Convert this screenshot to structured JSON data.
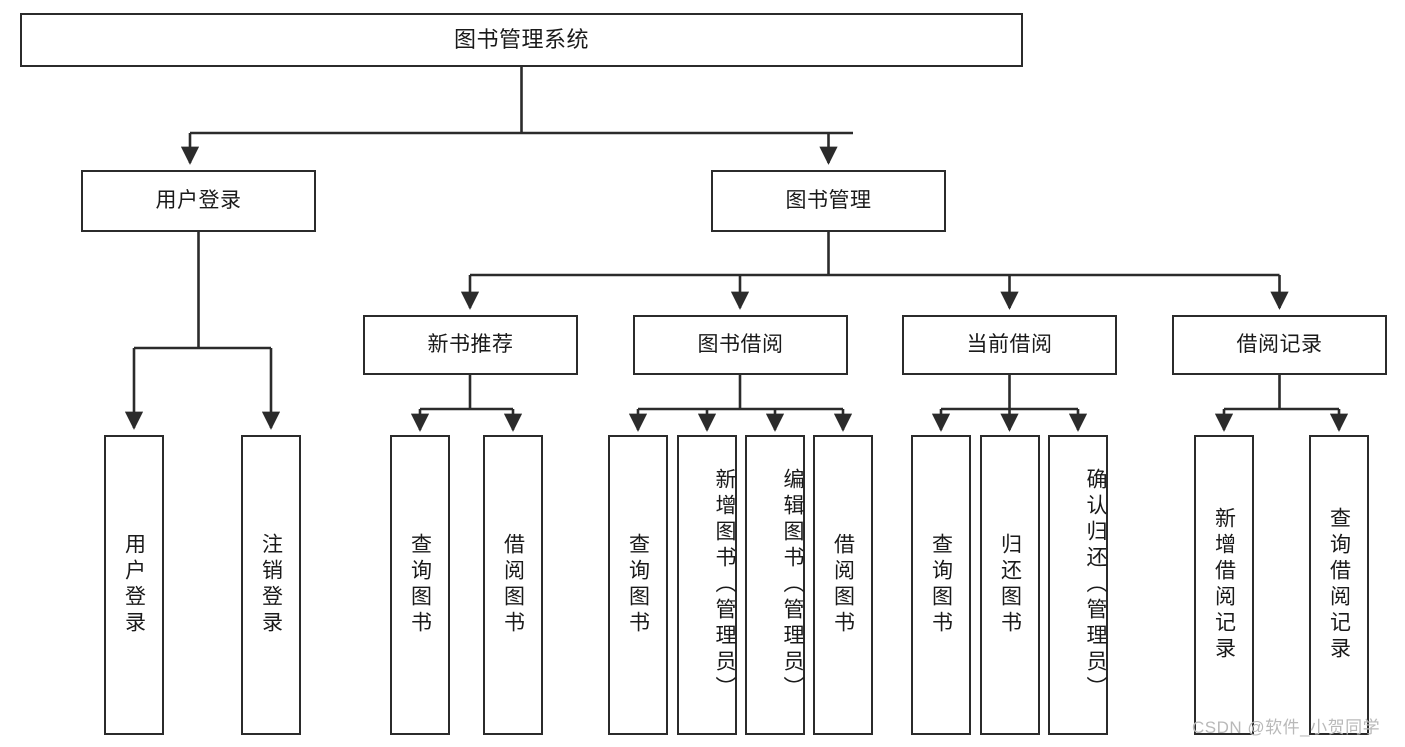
{
  "diagram": {
    "title": "图书管理系统",
    "type": "functional-structure-tree",
    "colors": {
      "box_border": "#2b2b2b",
      "box_fill": "#ffffff",
      "connector": "#2b2b2b",
      "text": "#1a1a1a",
      "watermark": "#b9b9b9",
      "background": "#ffffff"
    },
    "root": {
      "label": "图书管理系统"
    },
    "level1": [
      {
        "label": "用户登录"
      },
      {
        "label": "图书管理"
      }
    ],
    "level2": [
      {
        "label": "新书推荐"
      },
      {
        "label": "图书借阅"
      },
      {
        "label": "当前借阅"
      },
      {
        "label": "借阅记录"
      }
    ],
    "leaves": {
      "user_login": [
        {
          "label": "用户登录"
        },
        {
          "label": "注销登录"
        }
      ],
      "new_book_recommend": [
        {
          "label": "查询图书"
        },
        {
          "label": "借阅图书"
        }
      ],
      "book_borrow": [
        {
          "label": "查询图书"
        },
        {
          "label": "新增图书（管理员）"
        },
        {
          "label": "编辑图书（管理员）"
        },
        {
          "label": "借阅图书"
        }
      ],
      "current_borrow": [
        {
          "label": "查询图书"
        },
        {
          "label": "归还图书"
        },
        {
          "label": "确认归还（管理员）"
        }
      ],
      "borrow_record": [
        {
          "label": "新增借阅记录"
        },
        {
          "label": "查询借阅记录"
        }
      ]
    },
    "watermark": "CSDN @软件_小贺同学"
  }
}
